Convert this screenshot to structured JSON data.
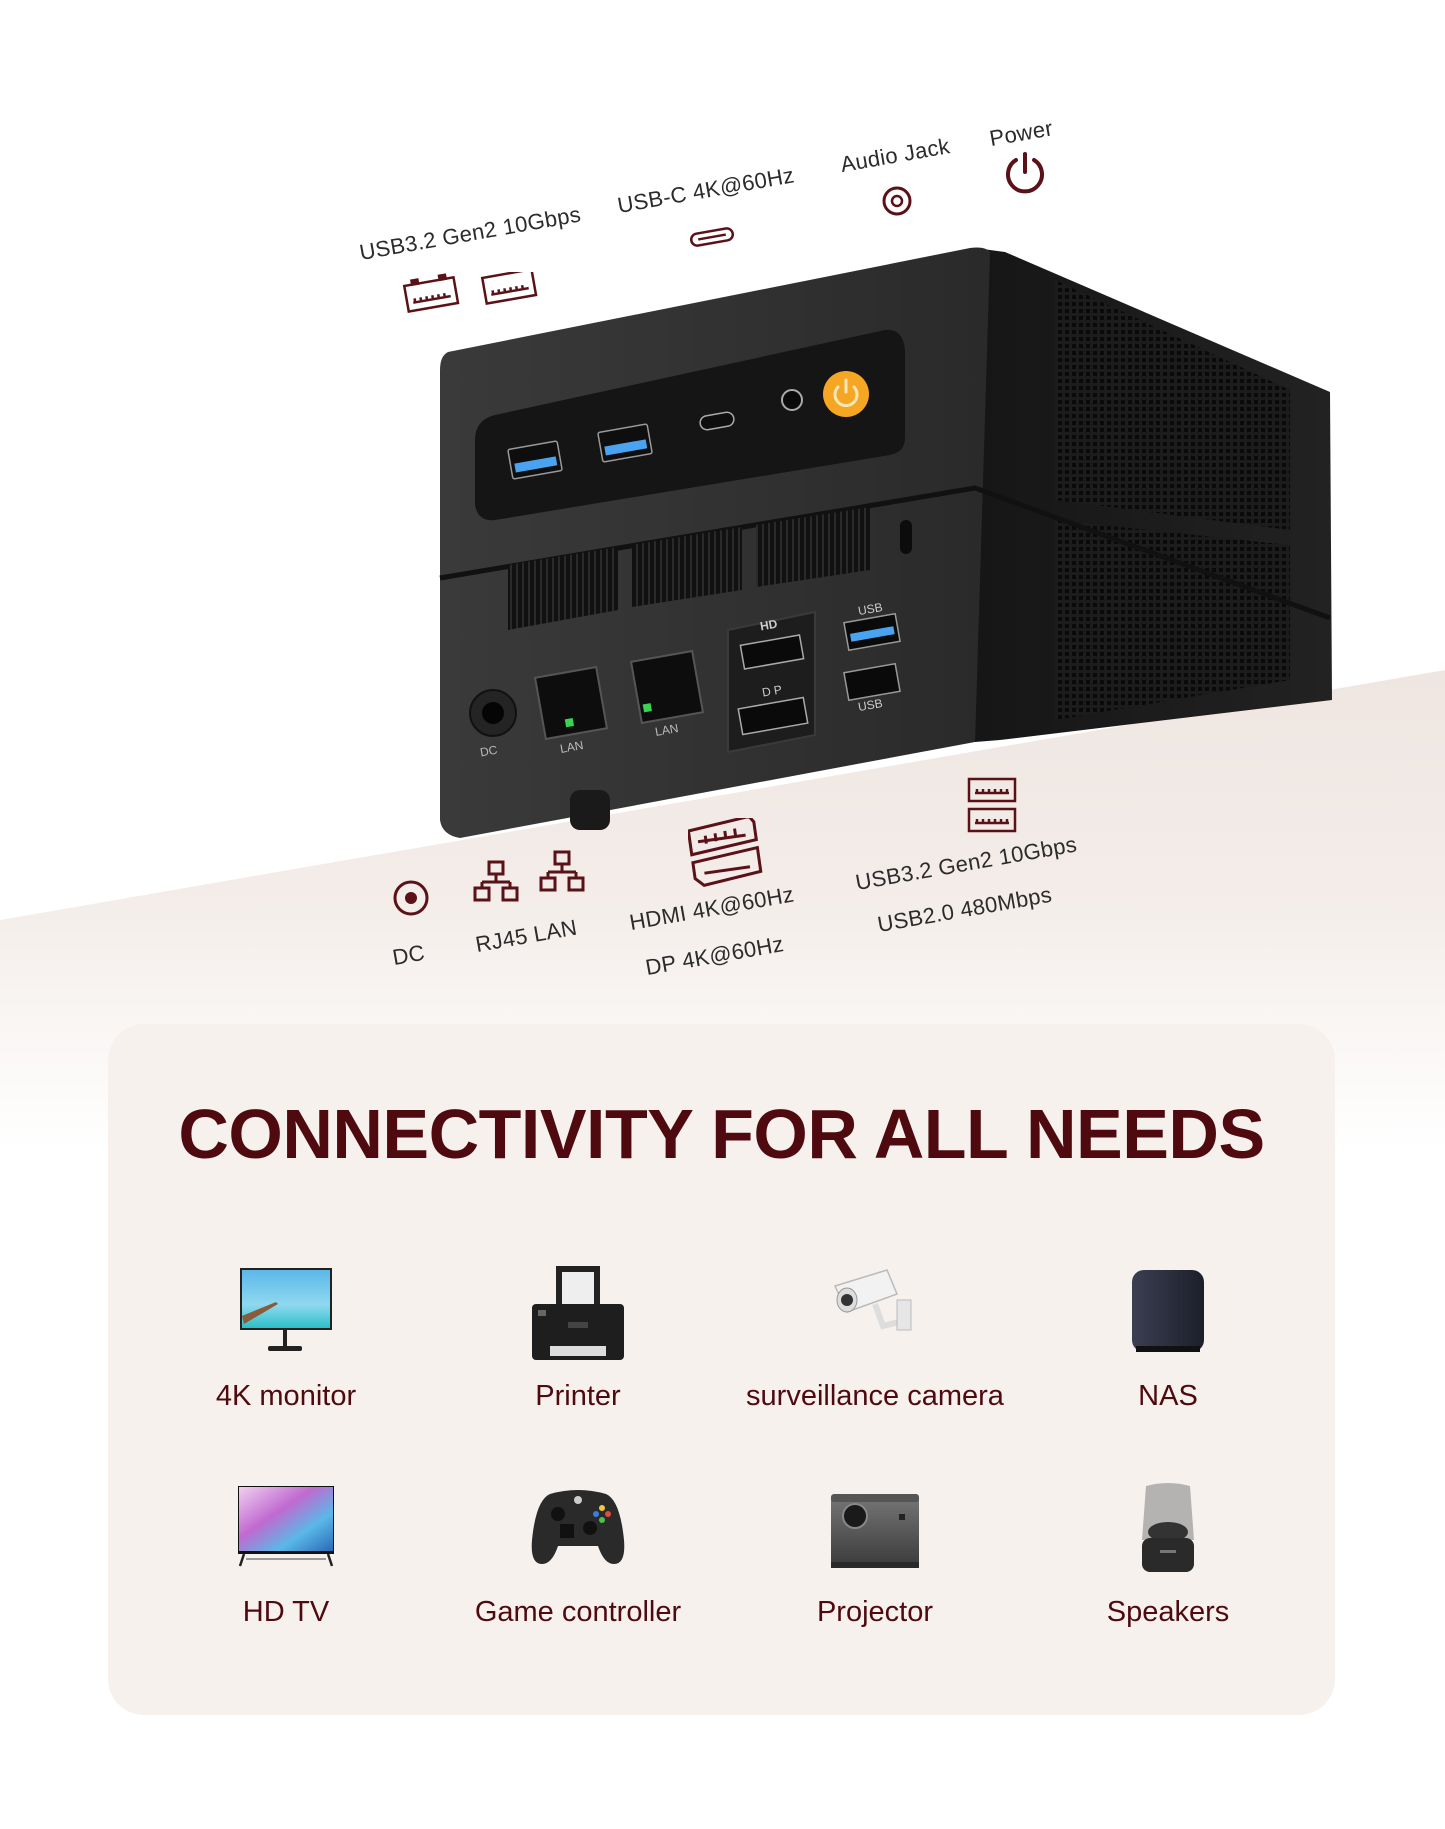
{
  "top_ports": [
    {
      "label": "USB3.2 Gen2 10Gbps",
      "icon": "usb-a-icon"
    },
    {
      "label": "USB-C 4K@60Hz",
      "icon": "usb-c-icon"
    },
    {
      "label": "Audio Jack",
      "icon": "audio-jack-icon"
    },
    {
      "label": "Power",
      "icon": "power-icon"
    }
  ],
  "bottom_ports": [
    {
      "label": "DC",
      "icon": "dc-icon"
    },
    {
      "label": "RJ45 LAN",
      "icon": "lan-icon"
    },
    {
      "label": "HDMI 4K@60Hz",
      "label2": "DP 4K@60Hz",
      "icon": "hdmi-dp-icon"
    },
    {
      "label": "USB3.2 Gen2 10Gbps",
      "label2": "USB2.0 480Mbps",
      "icon": "usb-a-icon"
    }
  ],
  "device_markings": {
    "dc": "DC",
    "lan1": "LAN",
    "lan2": "LAN",
    "hd": "HD",
    "dp": "D P",
    "usb_top": "USB",
    "usb_bottom": "USB"
  },
  "card": {
    "title": "CONNECTIVITY FOR ALL NEEDS",
    "devices": [
      {
        "label": "4K monitor",
        "icon": "monitor-icon"
      },
      {
        "label": "Printer",
        "icon": "printer-icon"
      },
      {
        "label": "surveillance camera",
        "icon": "camera-icon"
      },
      {
        "label": "NAS",
        "icon": "nas-icon"
      },
      {
        "label": "HD TV",
        "icon": "tv-icon"
      },
      {
        "label": "Game controller",
        "icon": "gamepad-icon"
      },
      {
        "label": "Projector",
        "icon": "projector-icon"
      },
      {
        "label": "Speakers",
        "icon": "speaker-icon"
      }
    ]
  },
  "colors": {
    "accent": "#4f0a10",
    "icon_line": "#5a1218",
    "band": "#efe6e1",
    "card_bg": "#f6f1ed",
    "power_button": "#f5a623"
  }
}
